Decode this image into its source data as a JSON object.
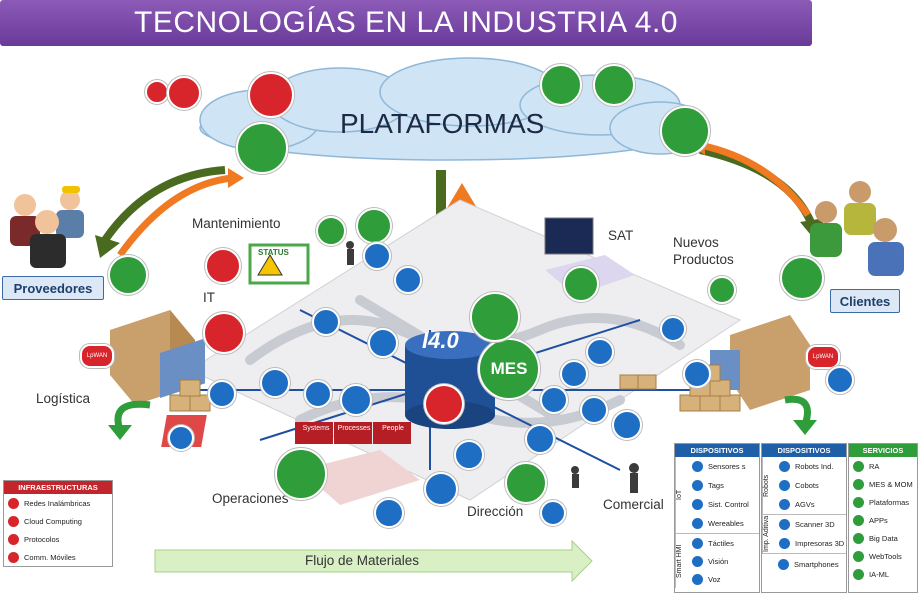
{
  "title": "TECNOLOGÍAS EN LA INDUSTRIA 4.0",
  "platform": "PLATAFORMAS",
  "center": {
    "badge": "I4.0",
    "mes": "MES"
  },
  "areas": {
    "mantenimiento": "Mantenimiento",
    "it": "IT",
    "logistica": "Logística",
    "operaciones": "Operaciones",
    "direccion": "Dirección",
    "comercial": "Comercial",
    "sat": "SAT",
    "nuevos_productos": "Nuevos\nProductos"
  },
  "actors": {
    "proveedores": "Proveedores",
    "clientes": "Clientes"
  },
  "flow": "Flujo de Materiales",
  "tags": {
    "lpwan": "LpWAN",
    "status": "STATUS",
    "systems": "Systems",
    "processes": "Processes",
    "people": "People"
  },
  "legend": {
    "infra": {
      "title": "INFRAESTRUCTURAS",
      "items": [
        "Redes Inalámbricas",
        "Cloud Computing",
        "Protocolos",
        "Comm. Móviles"
      ]
    },
    "dispositivos1": {
      "title": "DISPOSITIVOS",
      "groups": [
        {
          "label": "IoT",
          "items": [
            "Sensores s",
            "Tags",
            "Sist. Control",
            "Wereables"
          ]
        },
        {
          "label": "Smart HMI",
          "items": [
            "Táctiles",
            "Visión",
            "Voz"
          ]
        }
      ]
    },
    "dispositivos2": {
      "title": "DISPOSITIVOS",
      "groups": [
        {
          "label": "Robots",
          "items": [
            "Robots Ind.",
            "Cobots",
            "AGVs"
          ]
        },
        {
          "label": "Imp. Aditiva",
          "items": [
            "Scanner 3D",
            "Impresoras 3D"
          ]
        },
        {
          "label": "",
          "items": [
            "Smartphones"
          ]
        }
      ]
    },
    "servicios": {
      "title": "SERVICIOS",
      "items": [
        "RA",
        "MES & MOM",
        "Plataformas",
        "APPs",
        "Big Data",
        "WebTools",
        "IA-ML"
      ]
    }
  },
  "colors": {
    "purple": "#7a48a8",
    "green": "#2e9d3a",
    "red": "#d8242b",
    "blue": "#1e6fc4",
    "orange": "#f07a22",
    "darkgreen": "#4a6b1f"
  }
}
